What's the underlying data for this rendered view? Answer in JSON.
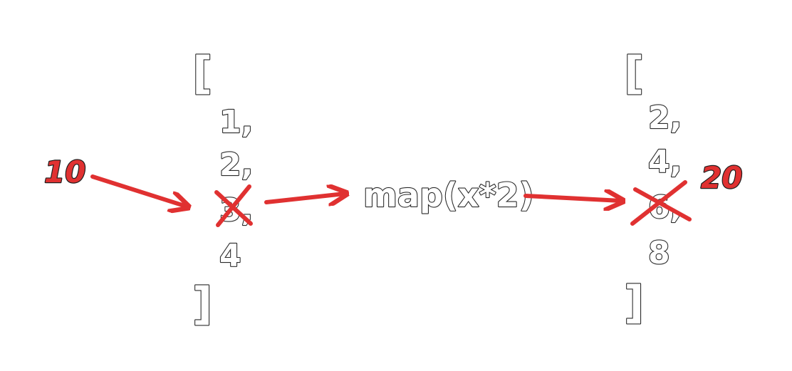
{
  "input_array": {
    "open_bracket": "[",
    "items": [
      "1,",
      "2,",
      "3,",
      "4"
    ],
    "close_bracket": "]"
  },
  "operation": {
    "label": "map(x*2)"
  },
  "output_array": {
    "open_bracket": "[",
    "items": [
      "2,",
      "4,",
      "6,",
      "8"
    ],
    "close_bracket": "]"
  },
  "replacements": {
    "input_value": "10",
    "output_value": "20"
  },
  "colors": {
    "annotation": "#e03131",
    "outline": "#2a2a2a",
    "background": "#ffffff"
  }
}
